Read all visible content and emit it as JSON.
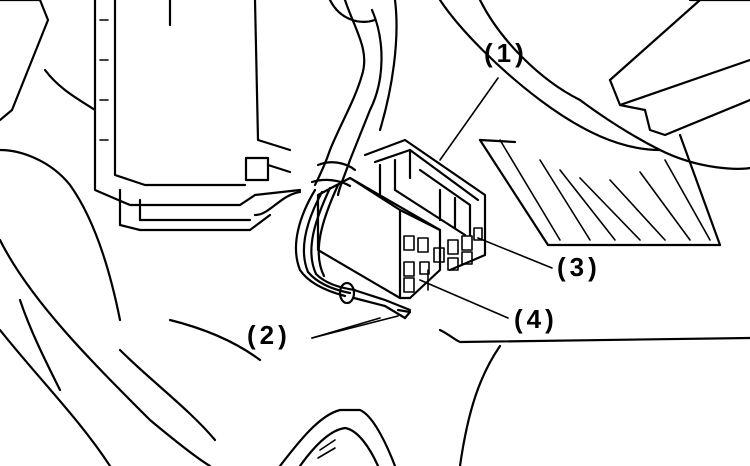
{
  "callouts": {
    "c1": "(1)",
    "c2": "(2)",
    "c3": "(3)",
    "c4": "(4)"
  },
  "colors": {
    "line": "#000000",
    "background": "#ffffff"
  }
}
